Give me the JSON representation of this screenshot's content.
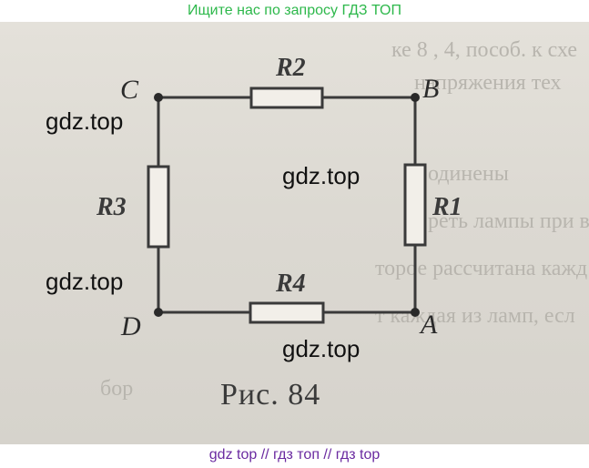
{
  "banner": {
    "top": "Ищите нас по запросу ГДЗ ТОП",
    "bottom": "gdz top  //  гдз топ  //  гдз top"
  },
  "background_text": [
    "ке 8 , 4, пособ. к схе",
    "напряжения тех",
    "одинены",
    "реть лампы при вклю",
    "торое рассчитана кажд",
    "т каждая из ламп, есл",
    "бор"
  ],
  "watermarks": [
    "gdz.top",
    "gdz.top",
    "gdz.top",
    "gdz.top"
  ],
  "circuit": {
    "nodes": {
      "c": "C",
      "b": "B",
      "a": "A",
      "d": "D"
    },
    "resistors": {
      "r1": "R1",
      "r2": "R2",
      "r3": "R3",
      "r4": "R4"
    }
  },
  "figure": {
    "caption": "Рис. 84"
  },
  "colors": {
    "banner_top": "#2db84b",
    "banner_bottom": "#6a2aa0",
    "wire": "#3a3a3a",
    "paper": "#dcd9d2"
  }
}
